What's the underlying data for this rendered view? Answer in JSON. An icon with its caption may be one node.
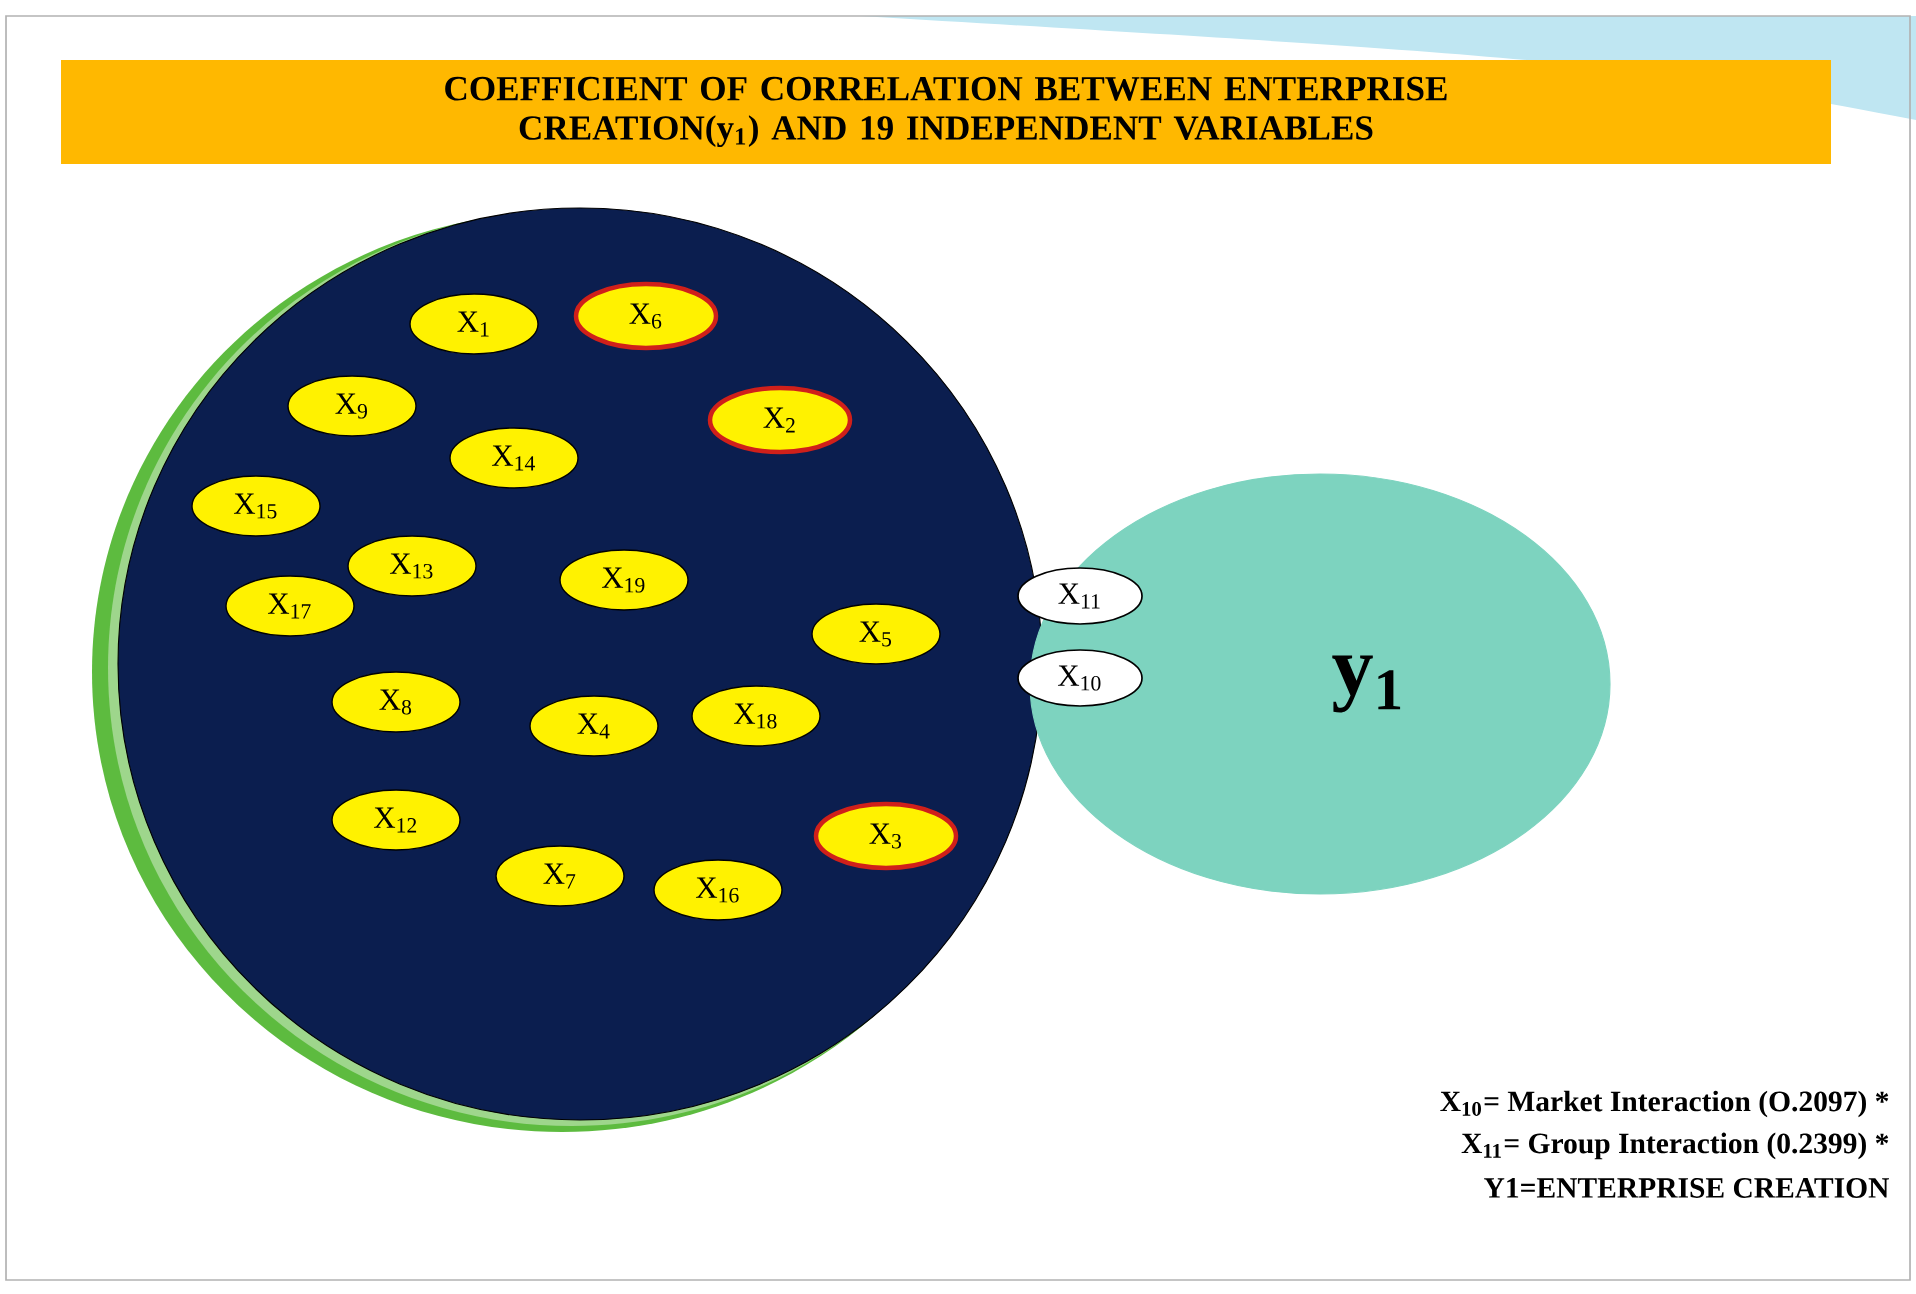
{
  "diagram": {
    "title": "COEFFICIENT OF CORRELATION BETWEEN ENTERPRISE CREATION(y$_{1}$) AND 19 INDEPENDENT VARIABLES",
    "nodes": [
      {
        "text": [],
        "shape": "circle"
      },
      {
        "text": [
          "X$_{1}$"
        ],
        "in": 0
      },
      {
        "text": [
          "X$_{6}$"
        ],
        "in": 0
      },
      {
        "text": [
          "X$_{9}$"
        ],
        "in": 0
      },
      {
        "text": [
          "X$_{2}$"
        ],
        "in": 0
      },
      {
        "text": [
          "X$_{14}$"
        ],
        "in": 0
      },
      {
        "text": [
          "X$_{15}$"
        ],
        "in": 0
      },
      {
        "text": [
          "X$_{13}$"
        ],
        "in": 0
      },
      {
        "text": [
          "X$_{19}$"
        ],
        "in": 0
      },
      {
        "text": [
          "X$_{17}$"
        ],
        "in": 0
      },
      {
        "text": [
          "X$_{5}$"
        ],
        "in": 0
      },
      {
        "text": [
          "X$_{8}$"
        ],
        "in": 0
      },
      {
        "text": [
          "X$_{4}$"
        ],
        "in": 0
      },
      {
        "text": [
          "X$_{18}$"
        ],
        "in": 0
      },
      {
        "text": [
          "X$_{12}$"
        ],
        "in": 0
      },
      {
        "text": [
          "X$_{3}$"
        ],
        "in": 0
      },
      {
        "text": [
          "X$_{7}$"
        ],
        "in": 0
      },
      {
        "text": [
          "X$_{16}$"
        ],
        "in": 0
      },
      {
        "text": [
          "X$_{11}$"
        ]
      },
      {
        "text": [
          "X$_{10}$"
        ]
      },
      {
        "text": [
          "y$_{1}$"
        ]
      }
    ],
    "labels": [
      "X$_{10}$= Market Interaction (O.2097) *",
      "X$_{11}$= Group Interaction (0.2399) *",
      "Y1=ENTERPRISE CREATION"
    ]
  }
}
